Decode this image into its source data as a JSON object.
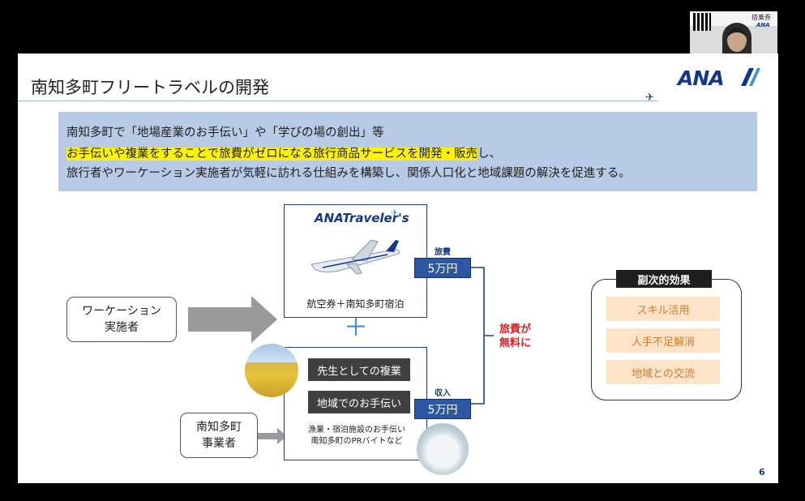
{
  "slide": {
    "title": "南知多町フリートラベルの開発",
    "logo_text": "ANA",
    "page_number": "6",
    "summary": {
      "line1": "南知多町で「地場産業のお手伝い」や「学びの場の創出」等",
      "line2_highlight": "お手伝いや複業をすることで旅費がゼロになる旅行商品サービスを開発・販売",
      "line2_tail": "し、",
      "line3": "旅行者やワーケーション実施者が気軽に訪れる仕組みを構築し、関係人口化と地域課題の解決を促進する。"
    },
    "diagram": {
      "workation_box": "ワーケーション\n実施者",
      "local_box": "南知多町\n事業者",
      "travelers_logo": "ANATraveler's",
      "upper_box_caption": "航空券＋南知多町宿泊",
      "plus_sign": "＋",
      "teacher_label": "先生としての複業",
      "help_label": "地域でのお手伝い",
      "lower_caption": "漁業・宿泊施設のお手伝い\n南知多町のPRバイトなど",
      "travel_cost_label": "旅費",
      "travel_cost_value": "5万円",
      "income_label": "収入",
      "income_value": "5万円",
      "free_text": "旅費が\n無料に"
    },
    "side_effects": {
      "title": "副次的効果",
      "items": [
        "スキル活用",
        "人手不足解消",
        "地域との交流"
      ]
    }
  },
  "video_overlay": {
    "header_text": "搭乗券",
    "presenter_label": "ANA"
  },
  "colors": {
    "ana_blue": "#12378a",
    "highlight": "#fff200",
    "summary_bg": "#b7cae6",
    "free_red": "#e02020",
    "orange_text": "#d8782c",
    "orange_bg": "#fde4c8"
  }
}
